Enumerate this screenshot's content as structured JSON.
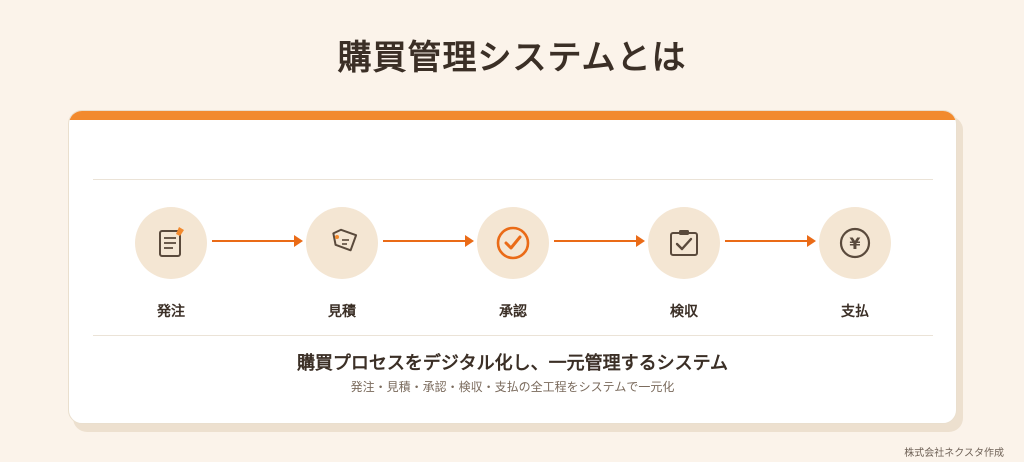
{
  "title": "購買管理システムとは",
  "steps": [
    {
      "label": "発注",
      "icon": "document-pencil-icon"
    },
    {
      "label": "見積",
      "icon": "price-tag-icon"
    },
    {
      "label": "承認",
      "icon": "check-circle-icon"
    },
    {
      "label": "検収",
      "icon": "clipboard-check-icon"
    },
    {
      "label": "支払",
      "icon": "yen-coin-icon"
    }
  ],
  "summary": "購買プロセスをデジタル化し、一元管理するシステム",
  "subtext": "発注・見積・承認・検収・支払の全工程をシステムで一元化",
  "credit": "株式会社ネクスタ作成",
  "colors": {
    "accent": "#f28a2e",
    "arrow": "#ea6b17",
    "icon_bg": "#f4e6d3",
    "icon_dark": "#5a4a3c",
    "text": "#3b2f26",
    "background": "#fbf3ea"
  }
}
